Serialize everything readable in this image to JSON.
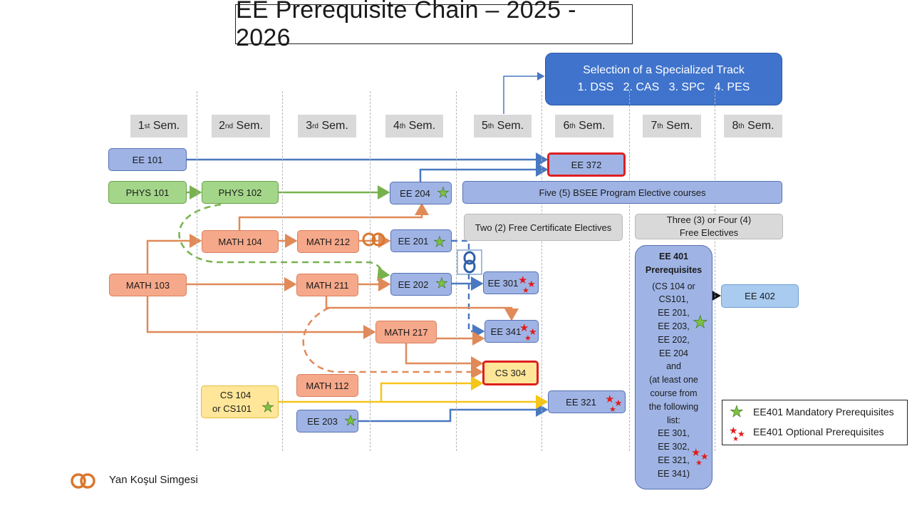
{
  "title": "EE Prerequisite Chain – 2025 - 2026",
  "track": {
    "line1": "Selection of a Specialized Track",
    "line2": "1. DSS   2. CAS   3. SPC   4. PES"
  },
  "semesters": [
    {
      "num": "1",
      "sup": "st",
      "label": " Sem."
    },
    {
      "num": "2",
      "sup": "nd",
      "label": " Sem."
    },
    {
      "num": "3",
      "sup": "rd",
      "label": " Sem."
    },
    {
      "num": "4",
      "sup": "th",
      "label": " Sem."
    },
    {
      "num": "5",
      "sup": "th",
      "label": " Sem."
    },
    {
      "num": "6",
      "sup": "th",
      "label": " Sem."
    },
    {
      "num": "7",
      "sup": "th",
      "label": " Sem."
    },
    {
      "num": "8",
      "sup": "th",
      "label": " Sem."
    }
  ],
  "courses": {
    "ee101": "EE 101",
    "phys101": "PHYS 101",
    "phys102": "PHYS 102",
    "math103": "MATH 103",
    "math104": "MATH 104",
    "math212": "MATH 212",
    "math211": "MATH 211",
    "math217": "MATH 217",
    "math112": "MATH 112",
    "cs104_line1": "CS 104",
    "cs104_line2": "or CS101",
    "ee203": "EE 203",
    "ee204": "EE 204",
    "ee201": "EE 201",
    "ee202": "EE 202",
    "ee301": "EE 301",
    "ee341": "EE 341",
    "cs304": "CS 304",
    "ee372": "EE 372",
    "ee321": "EE 321",
    "ee402": "EE 402"
  },
  "electives": {
    "program": "Five (5) BSEE Program Elective courses",
    "certificate": "Two (2) Free Certificate Electives",
    "free_line1": "Three (3) or Four (4)",
    "free_line2": "Free Electives"
  },
  "ee401": {
    "heading_line1": "EE 401",
    "heading_line2": "Prerequisites",
    "body_lines": [
      "(CS 104  or",
      "CS101,",
      "EE 201,",
      "EE 203,",
      "EE 202,",
      "EE 204",
      "and",
      "(at least one",
      "course from",
      "the following",
      "list:",
      "EE 301,",
      "EE 302,",
      "EE 321,",
      "EE 341)"
    ]
  },
  "legend": {
    "mandatory": "EE401 Mandatory Prerequisites",
    "optional": "EE401 Optional Prerequisites"
  },
  "footer": {
    "symbol_label": "Yan Koşul Simgesi"
  },
  "colors": {
    "blue_box": "#9fb4e5",
    "green_box": "#a4d68a",
    "orange_box": "#f6a88a",
    "yellow_box": "#ffe699",
    "track_box": "#3f73cc",
    "blue_line": "#4a78c0",
    "green_line": "#78b24e",
    "orange_line": "#e08a58",
    "yellow_line": "#f5c518",
    "highlight_border": "#dd1f1f",
    "mandatory_star": "#7dc242",
    "optional_star": "#e01b1b"
  },
  "icons": [
    "corequisite-rings-icon",
    "chain-link-icon",
    "green-star-icon",
    "red-star-icon"
  ]
}
